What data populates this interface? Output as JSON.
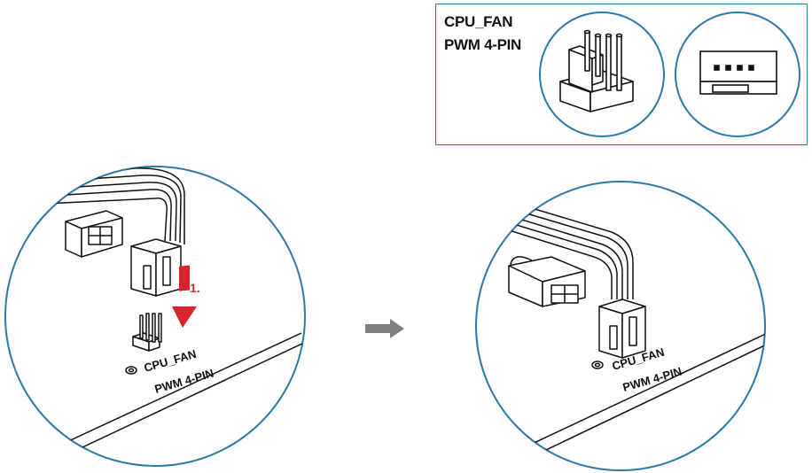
{
  "legend": {
    "header_name": "CPU_FAN",
    "header_type": "PWM 4-PIN"
  },
  "step_before": {
    "step_label": "1.",
    "silk_name": "CPU_FAN",
    "silk_type": "PWM 4-PIN"
  },
  "step_after": {
    "silk_name": "CPU_FAN",
    "silk_type": "PWM 4-PIN"
  },
  "colors": {
    "circle_border": "#2a7aa8",
    "arrow_red": "#d9232e",
    "arrow_grey": "#808080",
    "line": "#111111"
  }
}
